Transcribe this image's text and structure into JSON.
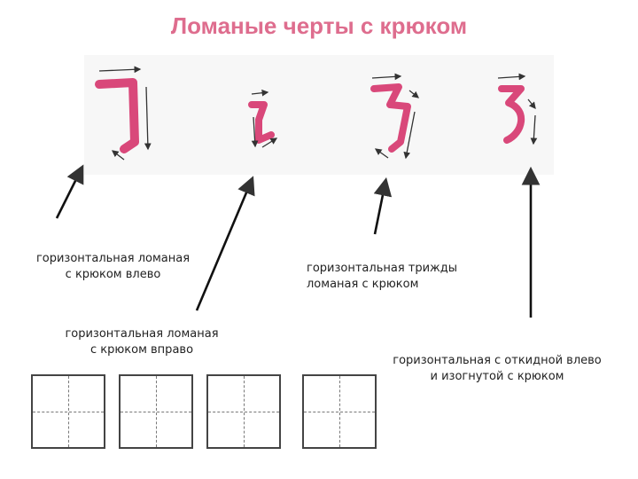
{
  "title": "Ломаные черты с крюком",
  "labels": {
    "left_hook": [
      "горизонтальная ломаная",
      "с крюком влево"
    ],
    "right_hook": [
      "горизонтальная ломаная",
      "с крюком вправо"
    ],
    "triple": [
      "горизонтальная трижды",
      "ломаная с крюком"
    ],
    "throw_left": [
      "горизонтальная с откидной влево",
      "и изогнутой с крюком"
    ]
  },
  "colors": {
    "title": "#de6d8e",
    "stroke": "#d9487a",
    "arrow": "#222222"
  },
  "practice_grids": 4
}
